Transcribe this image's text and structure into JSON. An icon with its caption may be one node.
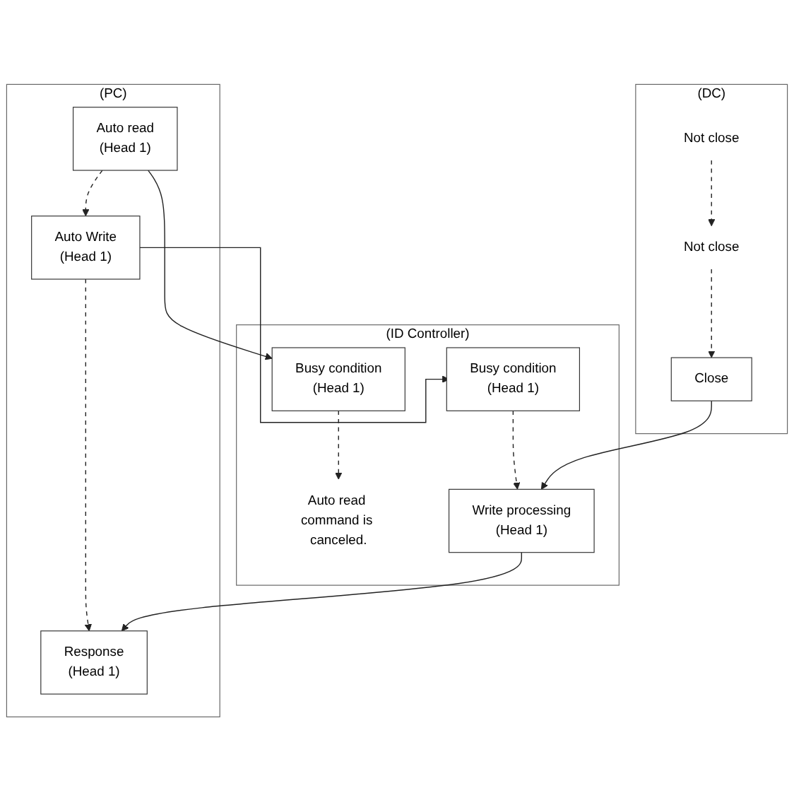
{
  "diagram": {
    "nodes": [
      {
        "text": [
          "(PC)"
        ]
      },
      {
        "text": [
          "(ID Controller)"
        ]
      },
      {
        "text": [
          "(DC)"
        ]
      },
      {
        "text": [
          "Auto read",
          "(Head 1)"
        ],
        "in": 0
      },
      {
        "text": [
          "Busy condition",
          "(Head 1)"
        ],
        "in": 1
      },
      {
        "text": [
          "Not close"
        ],
        "in": 2
      },
      {
        "text": [
          "Auto read command is canceled."
        ],
        "in": 1
      },
      {
        "text": [
          "Auto Write",
          "(Head 1)"
        ],
        "in": 0
      },
      {
        "text": [
          "Not close"
        ],
        "in": 2
      },
      {
        "text": [
          "Busy condition",
          "(Head 1)"
        ],
        "in": 1
      },
      {
        "text": [
          "Response",
          "(Head 1)"
        ],
        "in": 0
      },
      {
        "text": [
          "Write processing",
          "(Head 1)"
        ],
        "in": 1
      },
      {
        "text": [
          "Close"
        ],
        "in": 2
      }
    ],
    "edges": [
      {
        "from": 3,
        "to": 4,
        "arrow": "to"
      },
      {
        "from": 3,
        "to": 7,
        "arrow": "to",
        "style": "dashed"
      },
      {
        "from": 4,
        "to": 6,
        "arrow": "to",
        "style": "dashed"
      },
      {
        "from": 5,
        "to": 8,
        "arrow": "to",
        "style": "dashed"
      },
      {
        "from": 7,
        "to": 9,
        "arrow": "to"
      },
      {
        "from": 7,
        "to": 10,
        "arrow": "to",
        "style": "dashed"
      },
      {
        "from": 9,
        "to": 11,
        "arrow": "to",
        "style": "dashed"
      },
      {
        "from": 8,
        "to": 12,
        "arrow": "to",
        "style": "dashed"
      },
      {
        "from": 11,
        "to": 10,
        "arrow": "to"
      },
      {
        "from": 12,
        "to": 11,
        "arrow": "to"
      }
    ]
  }
}
